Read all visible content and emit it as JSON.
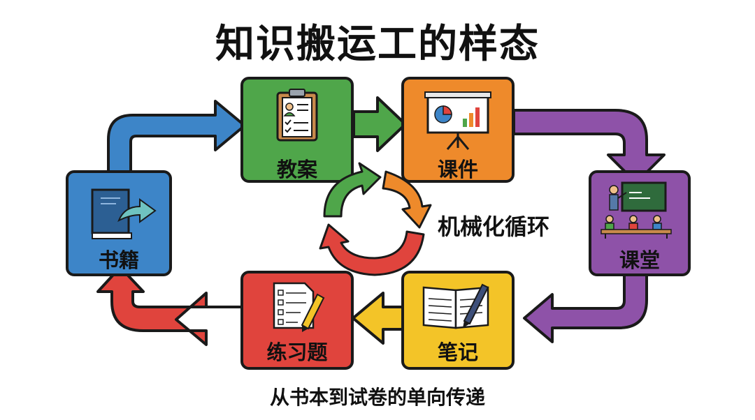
{
  "title": "知识搬运工的样态",
  "subtitle": "从书本到试卷的单向传递",
  "cycle_label": "机械化循环",
  "nodes": {
    "jiaoan": {
      "label": "教案",
      "icon": "clipboard-icon",
      "color": "#4fa64a"
    },
    "kejian": {
      "label": "课件",
      "icon": "presentation-chart-icon",
      "color": "#ee8a2b"
    },
    "ketang": {
      "label": "课堂",
      "icon": "classroom-teacher-icon",
      "color": "#8e52a8"
    },
    "biji": {
      "label": "笔记",
      "icon": "notebook-pen-icon",
      "color": "#f3c428"
    },
    "lianxiti": {
      "label": "练习题",
      "icon": "worksheet-pencil-icon",
      "color": "#e0443d"
    },
    "shuji": {
      "label": "书籍",
      "icon": "book-arrow-icon",
      "color": "#3d85c8"
    }
  },
  "colors": {
    "blue": "#3d85c8",
    "green": "#4fa64a",
    "orange": "#ee8a2b",
    "purple": "#8e52a8",
    "yellow": "#f3c428",
    "red": "#e0443d",
    "outline": "#1a1a1a"
  }
}
